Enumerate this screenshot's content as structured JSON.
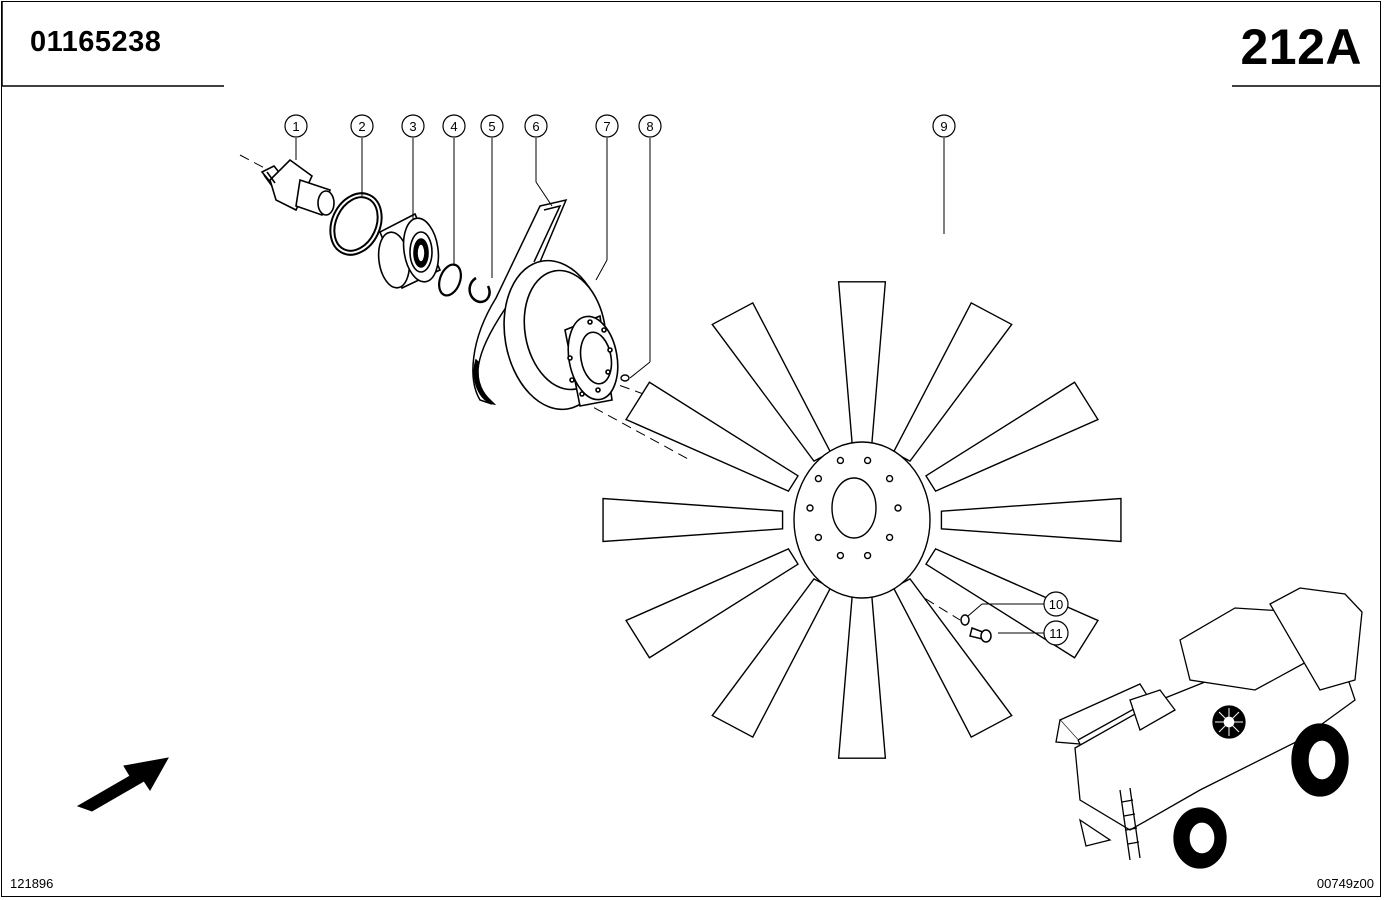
{
  "header": {
    "part_number": "01165238",
    "page_code": "212A"
  },
  "footer": {
    "left_ref": "121896",
    "right_ref": "00749z00"
  },
  "callouts": [
    "1",
    "2",
    "3",
    "4",
    "5",
    "6",
    "7",
    "8",
    "9",
    "10",
    "11"
  ],
  "icons": {
    "direction_arrow": "arrow-icon",
    "machine": "combine-harvester-icon"
  }
}
